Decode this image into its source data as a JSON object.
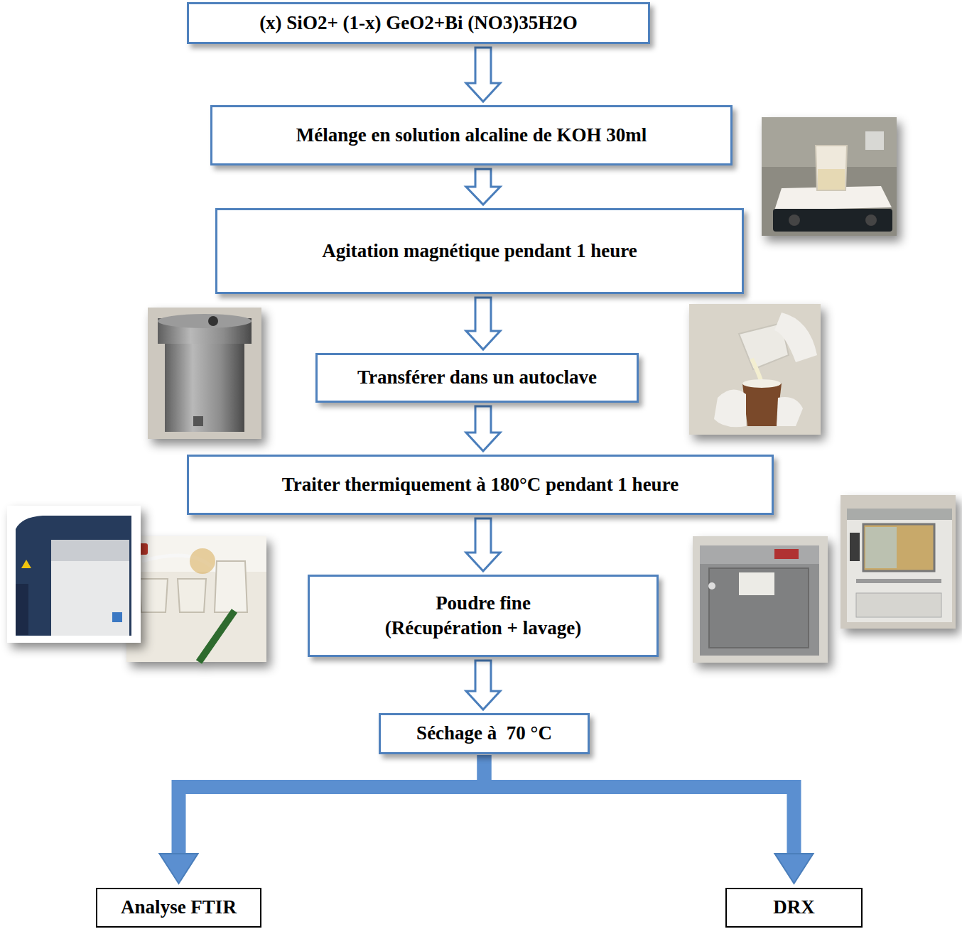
{
  "diagram": {
    "nodes": [
      {
        "text": [
          "(x) SiO2+ (1-x) GeO2+Bi (NO3)35H2O"
        ]
      },
      {
        "text": [
          "Mélange en solution alcaline de KOH 30ml"
        ]
      },
      {
        "text": [
          "Agitation magnétique pendant 1 heure"
        ]
      },
      {
        "text": [
          "Transférer dans un autoclave"
        ]
      },
      {
        "text": [
          "Traiter thermiquement à 180°C pendant 1 heure"
        ]
      },
      {
        "text": [
          "Poudre fine",
          "(Récupération + lavage)"
        ]
      },
      {
        "text": [
          "Séchage à  70 °C"
        ]
      },
      {
        "text": [
          "Analyse FTIR"
        ]
      },
      {
        "text": [
          "DRX"
        ]
      }
    ],
    "edges": [
      {
        "from": 0,
        "to": 1,
        "arrow": "to"
      },
      {
        "from": 1,
        "to": 2,
        "arrow": "to"
      },
      {
        "from": 2,
        "to": 3,
        "arrow": "to"
      },
      {
        "from": 3,
        "to": 4,
        "arrow": "to"
      },
      {
        "from": 4,
        "to": 5,
        "arrow": "to"
      },
      {
        "from": 5,
        "to": 6,
        "arrow": "to"
      },
      {
        "from": 6,
        "to": 7,
        "arrow": "to"
      },
      {
        "from": 6,
        "to": 8,
        "arrow": "to"
      }
    ]
  }
}
